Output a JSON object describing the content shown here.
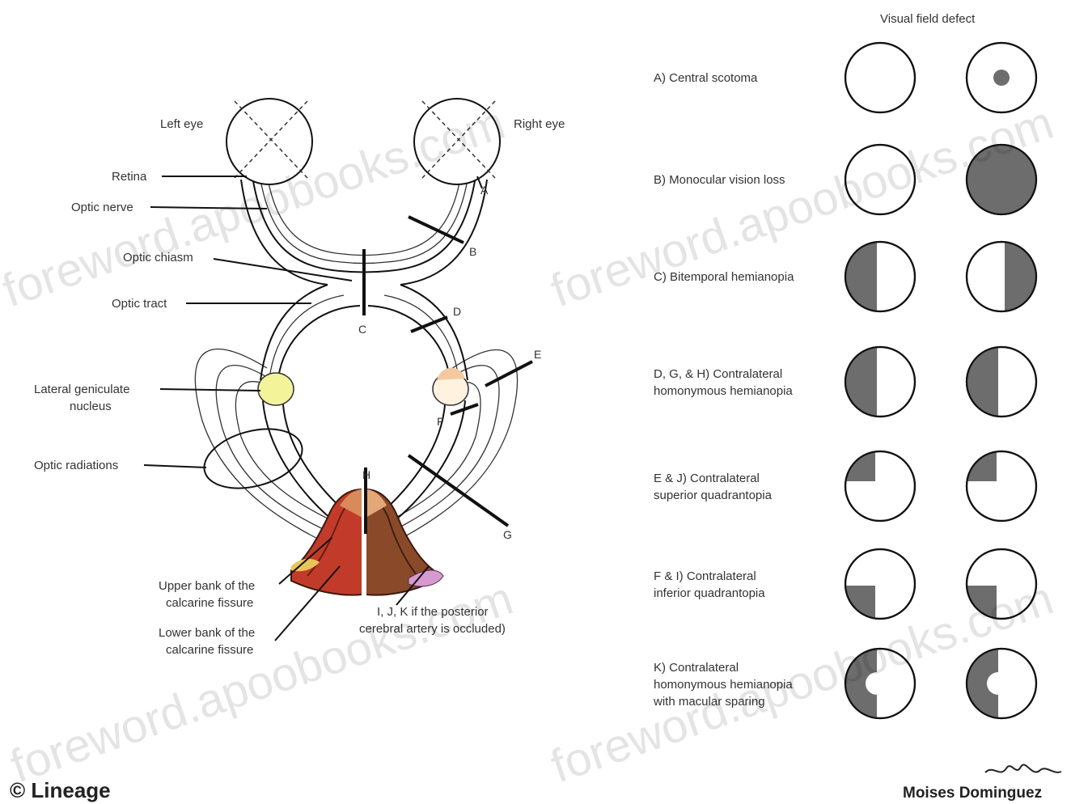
{
  "left_eye_label": "Left eye",
  "right_eye_label": "Right eye",
  "structure_labels": {
    "retina": "Retina",
    "optic_nerve": "Optic nerve",
    "optic_chiasm": "Optic chiasm",
    "optic_tract": "Optic tract",
    "lgn_line1": "Lateral geniculate",
    "lgn_line2": "nucleus",
    "optic_radiations": "Optic radiations",
    "upper_bank_line1": "Upper bank of the",
    "upper_bank_line2": "calcarine fissure",
    "lower_bank_line1": "Lower bank of the",
    "lower_bank_line2": "calcarine fissure"
  },
  "lesion_letters": [
    "A",
    "B",
    "C",
    "D",
    "E",
    "F",
    "G",
    "H"
  ],
  "occlusion_note_line1": "I, J, K if the posterior",
  "occlusion_note_line2": "cerebral artery is occluded)",
  "visual_field_header": "Visual field defect",
  "defects": [
    {
      "lines": [
        "A) Central scotoma"
      ],
      "left": "none",
      "right": "central-spot"
    },
    {
      "lines": [
        "B) Monocular vision loss"
      ],
      "left": "none",
      "right": "full"
    },
    {
      "lines": [
        "C) Bitemporal hemianopia"
      ],
      "left": "left-half",
      "right": "right-half"
    },
    {
      "lines": [
        "D, G, & H) Contralateral",
        "homonymous hemianopia"
      ],
      "left": "left-half",
      "right": "left-half"
    },
    {
      "lines": [
        "E & J) Contralateral",
        "superior quadrantopia"
      ],
      "left": "upper-left-quadrant",
      "right": "upper-left-quadrant"
    },
    {
      "lines": [
        "F & I) Contralateral",
        "inferior quadrantopia"
      ],
      "left": "lower-left-quadrant",
      "right": "lower-left-quadrant"
    },
    {
      "lines": [
        "K) Contralateral",
        "homonymous hemianopia",
        "with macular sparing"
      ],
      "left": "left-half-macular-sparing",
      "right": "left-half-macular-sparing"
    }
  ],
  "copyright": "© Lineage",
  "author": "Moises Dominguez",
  "watermark": "foreword.apoobooks.com"
}
